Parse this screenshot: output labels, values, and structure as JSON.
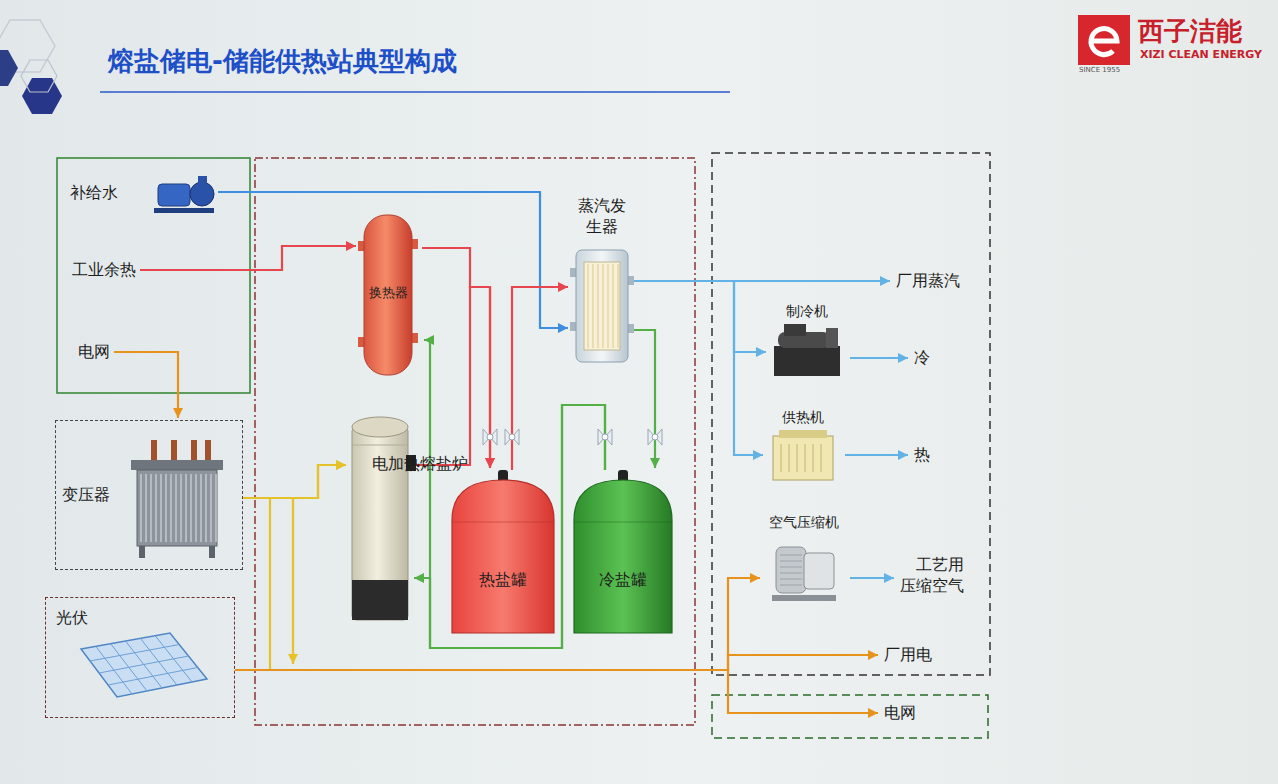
{
  "diagram": {
    "title": "熔盐储电-储能供热站典型构成",
    "nodes": [
      {
        "text": [
          "补给水"
        ]
      },
      {
        "text": [
          "工业余热"
        ]
      },
      {
        "text": [
          "电网"
        ]
      },
      {
        "text": [
          "变压器"
        ]
      },
      {
        "text": [
          "光伏"
        ]
      },
      {
        "text": [
          "换热器"
        ]
      },
      {
        "text": [
          "电加热熔盐炉"
        ]
      },
      {
        "text": [
          "蒸汽发生器"
        ]
      },
      {
        "text": [
          "热盐罐"
        ]
      },
      {
        "text": [
          "冷盐罐"
        ]
      },
      {
        "text": [
          "厂用蒸汽"
        ]
      },
      {
        "text": [
          "制冷机"
        ]
      },
      {
        "text": [
          "冷"
        ]
      },
      {
        "text": [
          "供热机"
        ]
      },
      {
        "text": [
          "热"
        ]
      },
      {
        "text": [
          "空气压缩机"
        ]
      },
      {
        "text": [
          "工艺用压缩空气"
        ]
      },
      {
        "text": [
          "厂用电"
        ]
      },
      {
        "text": [
          "电网"
        ]
      }
    ],
    "edges": [
      {
        "from": 0,
        "to": 7,
        "arrow": "to"
      },
      {
        "from": 1,
        "to": 5,
        "arrow": "to"
      },
      {
        "from": 2,
        "to": 3,
        "arrow": "to"
      },
      {
        "from": 3,
        "to": 6,
        "arrow": "to"
      },
      {
        "from": 4,
        "to": 6,
        "arrow": "to"
      },
      {
        "from": 4,
        "to": 15,
        "arrow": "to"
      },
      {
        "from": 4,
        "to": 17,
        "arrow": "to"
      },
      {
        "from": 4,
        "to": 18,
        "arrow": "to"
      },
      {
        "from": 5,
        "to": 8,
        "arrow": "to"
      },
      {
        "from": 6,
        "to": 8,
        "arrow": "to"
      },
      {
        "from": 8,
        "to": 7,
        "arrow": "to"
      },
      {
        "from": 7,
        "to": 9,
        "arrow": "to"
      },
      {
        "from": 9,
        "to": 5,
        "arrow": "to"
      },
      {
        "from": 9,
        "to": 6,
        "arrow": "to"
      },
      {
        "from": 7,
        "to": 10,
        "arrow": "to"
      },
      {
        "from": 7,
        "to": 11,
        "arrow": "to"
      },
      {
        "from": 7,
        "to": 13,
        "arrow": "to"
      },
      {
        "from": 11,
        "to": 12,
        "arrow": "to"
      },
      {
        "from": 13,
        "to": 14,
        "arrow": "to"
      },
      {
        "from": 15,
        "to": 16,
        "arrow": "to"
      }
    ],
    "labels": [
      "西子洁能",
      "XIZI CLEAN ENERGY",
      "SINCE 1955"
    ]
  }
}
